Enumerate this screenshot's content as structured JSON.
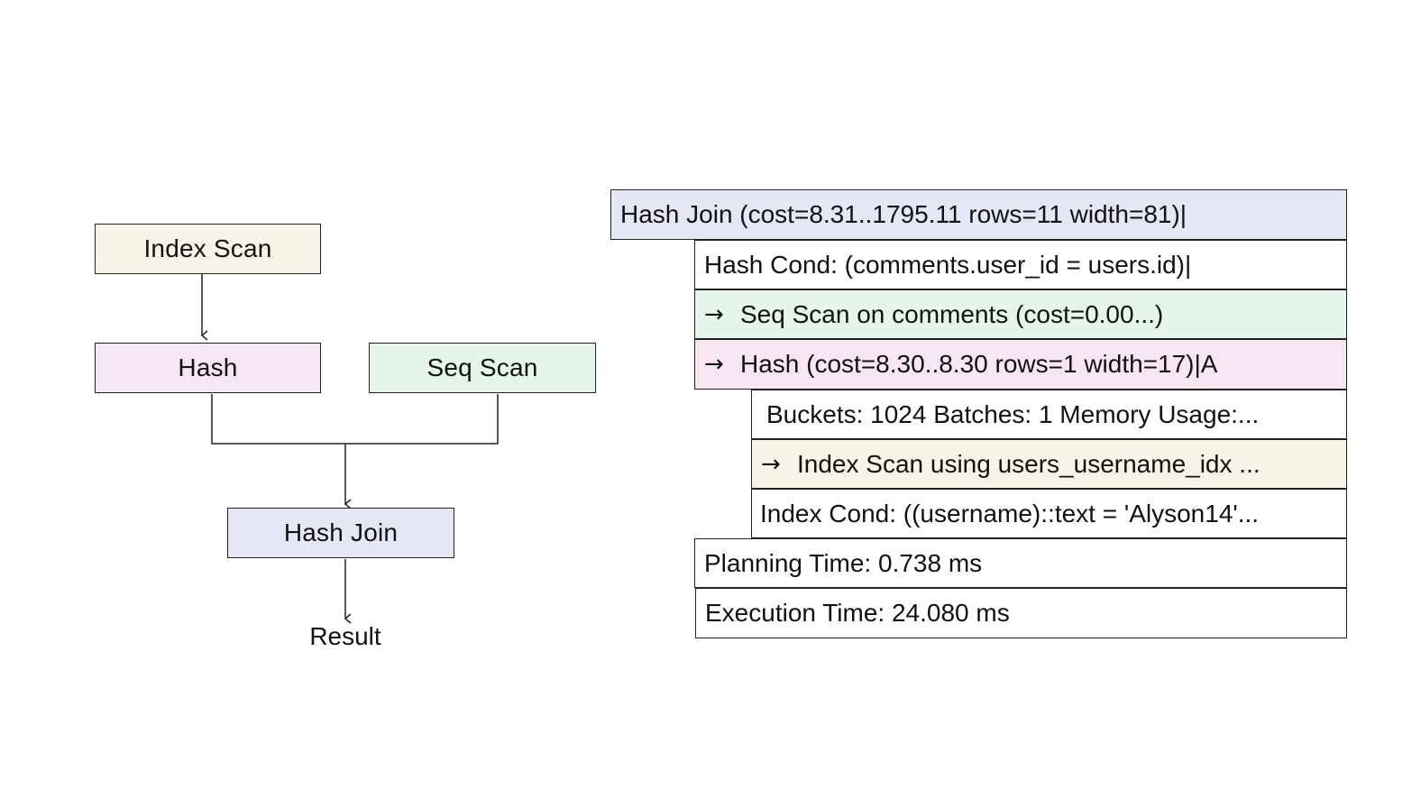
{
  "colors": {
    "index_scan": "#f8f3e8",
    "hash": "#f8e6f4",
    "seq_scan": "#e6f5ea",
    "hash_join": "#e5e6f6",
    "plain": "#ffffff",
    "line": "#222222"
  },
  "tree": {
    "index_scan": "Index Scan",
    "hash": "Hash",
    "seq_scan": "Seq Scan",
    "hash_join": "Hash Join",
    "result": "Result"
  },
  "plan": {
    "arrow": "→",
    "hash_join": "Hash Join  (cost=8.31..1795.11 rows=11 width=81)|",
    "hash_cond": "Hash Cond: (comments.user_id = users.id)|",
    "seq_scan": "Seq Scan on comments  (cost=0.00...)",
    "hash": "Hash  (cost=8.30..8.30 rows=1 width=17)|A",
    "buckets": "Buckets: 1024  Batches: 1  Memory Usage:...",
    "index_scan": "Index Scan using users_username_idx ...",
    "index_cond": "Index Cond: ((username)::text = 'Alyson14'...",
    "planning_time": "Planning Time: 0.738 ms",
    "execution_time": "Execution Time: 24.080 ms"
  }
}
